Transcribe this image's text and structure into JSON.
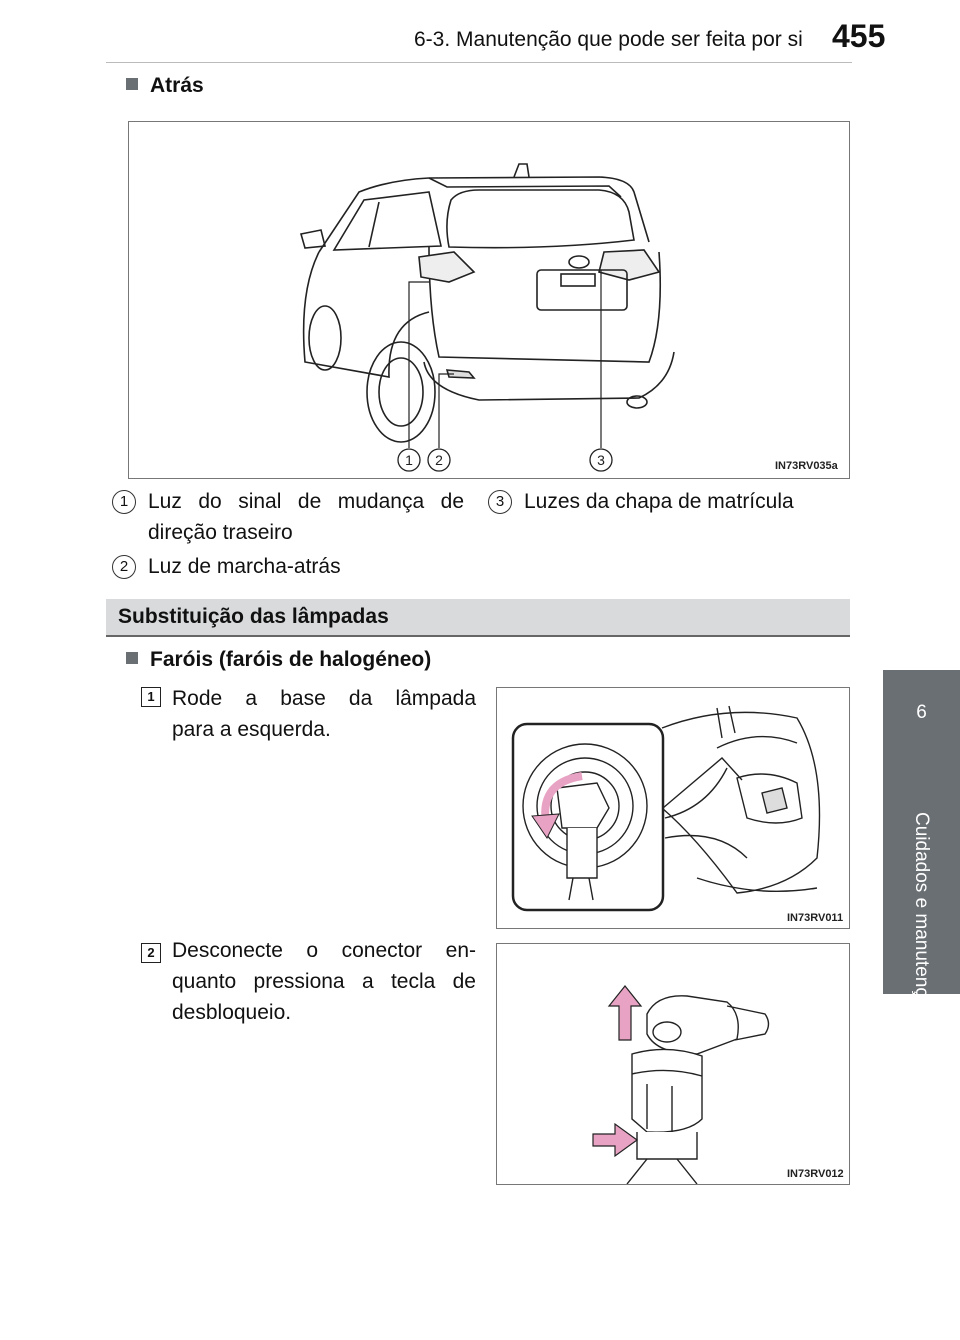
{
  "header": {
    "section": "6-3. Manutenção que pode ser feita por si",
    "page_number": "455"
  },
  "side_tab": {
    "number": "6",
    "title": "Cuidados e manutenção"
  },
  "rear": {
    "heading": "Atrás",
    "figure_code": "IN73RV035a",
    "callouts": [
      "1",
      "2",
      "3"
    ],
    "legend": [
      {
        "num": "1",
        "text_line1": "Luz do sinal de mudança de",
        "text_line2": "direção traseiro"
      },
      {
        "num": "2",
        "text_line1": "Luz de marcha-atrás"
      },
      {
        "num": "3",
        "text_line1": "Luzes da chapa de matrícula"
      }
    ]
  },
  "section": {
    "title": "Substituição das lâmpadas"
  },
  "headlights": {
    "heading": "Faróis (faróis de halogéneo)",
    "steps": [
      {
        "num": "1",
        "line1": "Rode a base da lâmpada",
        "line2": "para a esquerda.",
        "figure_code": "IN73RV011"
      },
      {
        "num": "2",
        "line1": "Desconecte o conector en-",
        "line2": "quanto pressiona a tecla de",
        "line3": "desbloqueio.",
        "figure_code": "IN73RV012"
      }
    ]
  },
  "colors": {
    "tab_gray": "#6a6f74",
    "section_bar": "#d8dadc",
    "arrow_pink": "#e8a3c4"
  }
}
